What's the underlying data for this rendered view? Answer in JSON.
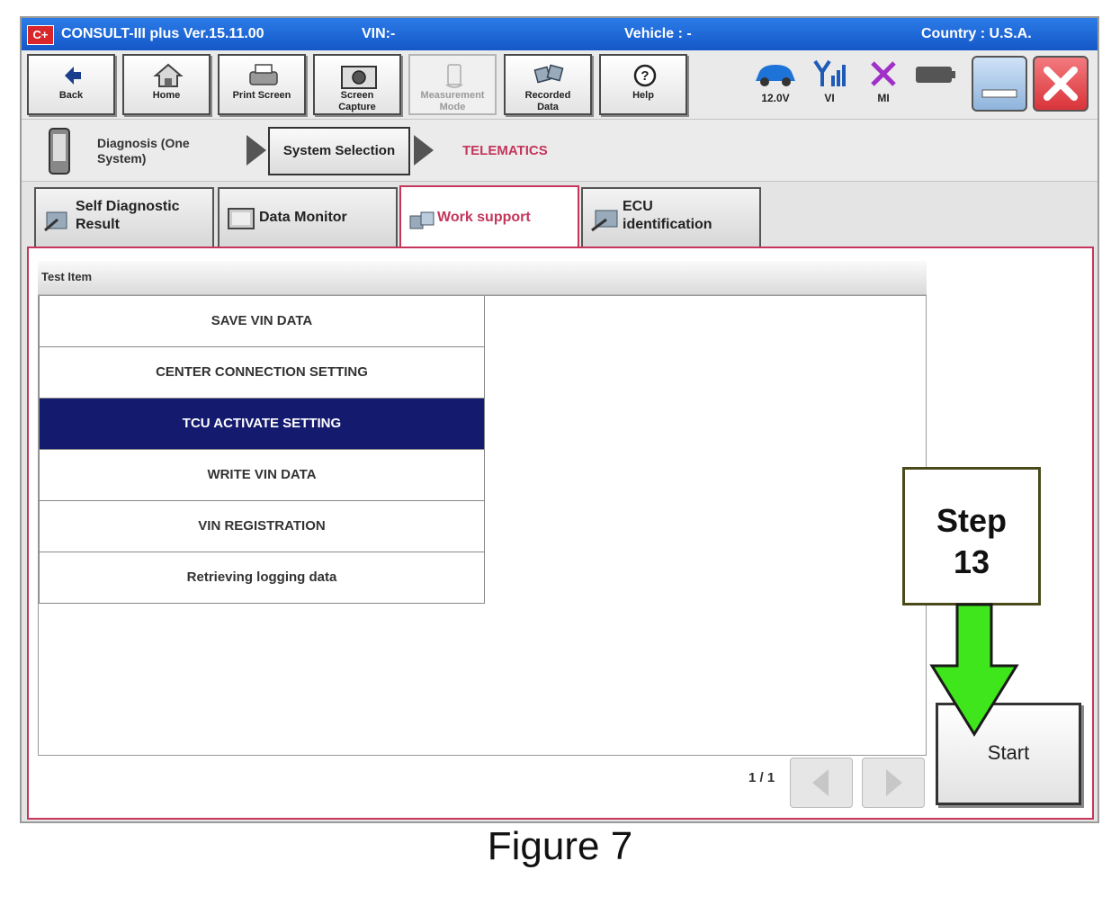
{
  "titlebar": {
    "logo": "C+",
    "app": "CONSULT-III plus  Ver.15.11.00",
    "vin": "VIN:-",
    "vehicle": "Vehicle : -",
    "country": "Country : U.S.A."
  },
  "toolbar": {
    "back": "Back",
    "home": "Home",
    "print": "Print Screen",
    "capture_1": "Screen",
    "capture_2": "Capture",
    "measure_1": "Measurement",
    "measure_2": "Mode",
    "recorded_1": "Recorded",
    "recorded_2": "Data",
    "help": "Help"
  },
  "status": {
    "battery": "12.0V",
    "vi": "VI",
    "mi": "MI"
  },
  "breadcrumb": {
    "step1_line1": "Diagnosis (One",
    "step1_line2": "System)",
    "step2": "System Selection",
    "step3": "TELEMATICS"
  },
  "tabs": {
    "self_diag_1": "Self Diagnostic",
    "self_diag_2": "Result",
    "data_monitor": "Data Monitor",
    "work_support": "Work support",
    "ecu_1": "ECU",
    "ecu_2": "identification"
  },
  "list": {
    "header": "Test Item",
    "items": [
      "SAVE VIN DATA",
      "CENTER CONNECTION SETTING",
      "TCU ACTIVATE SETTING",
      "WRITE VIN DATA",
      "VIN REGISTRATION",
      "Retrieving logging data"
    ],
    "selected_index": 2
  },
  "pagination": {
    "page": "1 / 1"
  },
  "start_button": "Start",
  "callout": {
    "line1": "Step",
    "line2": "13"
  },
  "caption": "Figure 7",
  "colors": {
    "titlebar": "#1f6bd8",
    "selected_row": "#141a6e",
    "active_tab": "#c4365b",
    "callout_arrow": "#3ee61b",
    "close_button": "#d9343a"
  }
}
